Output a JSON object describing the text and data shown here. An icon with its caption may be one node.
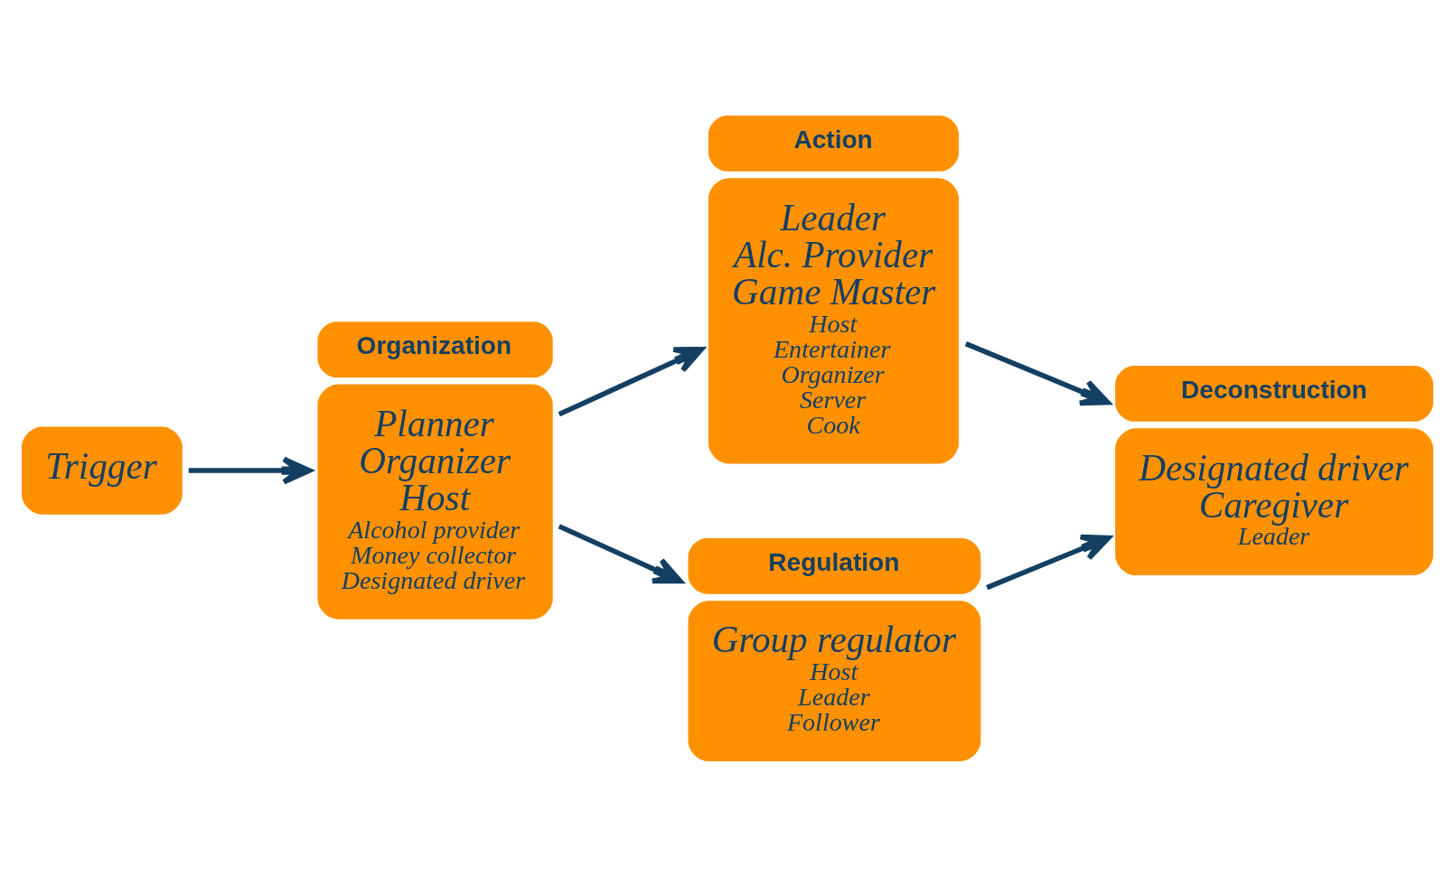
{
  "diagram": {
    "nodes": [
      {
        "text": [
          "Trigger"
        ]
      },
      {
        "text": [
          "Organization",
          "Planner",
          "Organizer",
          "Host",
          "Alcohol provider",
          "Money collector",
          "Designated driver"
        ]
      },
      {
        "text": [
          "Action",
          "Leader",
          "Alc. Provider",
          "Game Master",
          "Host",
          "Entertainer",
          "Organizer",
          "Server",
          "Cook"
        ]
      },
      {
        "text": [
          "Regulation",
          "Group regulator",
          "Host",
          "Leader",
          "Follower"
        ]
      },
      {
        "text": [
          "Deconstruction",
          "Designated driver",
          "Caregiver",
          "Leader"
        ]
      }
    ],
    "edges": [
      {
        "from": 0,
        "to": 1,
        "arrow": "to"
      },
      {
        "from": 1,
        "to": 2,
        "arrow": "to"
      },
      {
        "from": 1,
        "to": 3,
        "arrow": "to"
      },
      {
        "from": 2,
        "to": 4,
        "arrow": "to"
      },
      {
        "from": 3,
        "to": 4,
        "arrow": "to"
      }
    ]
  }
}
